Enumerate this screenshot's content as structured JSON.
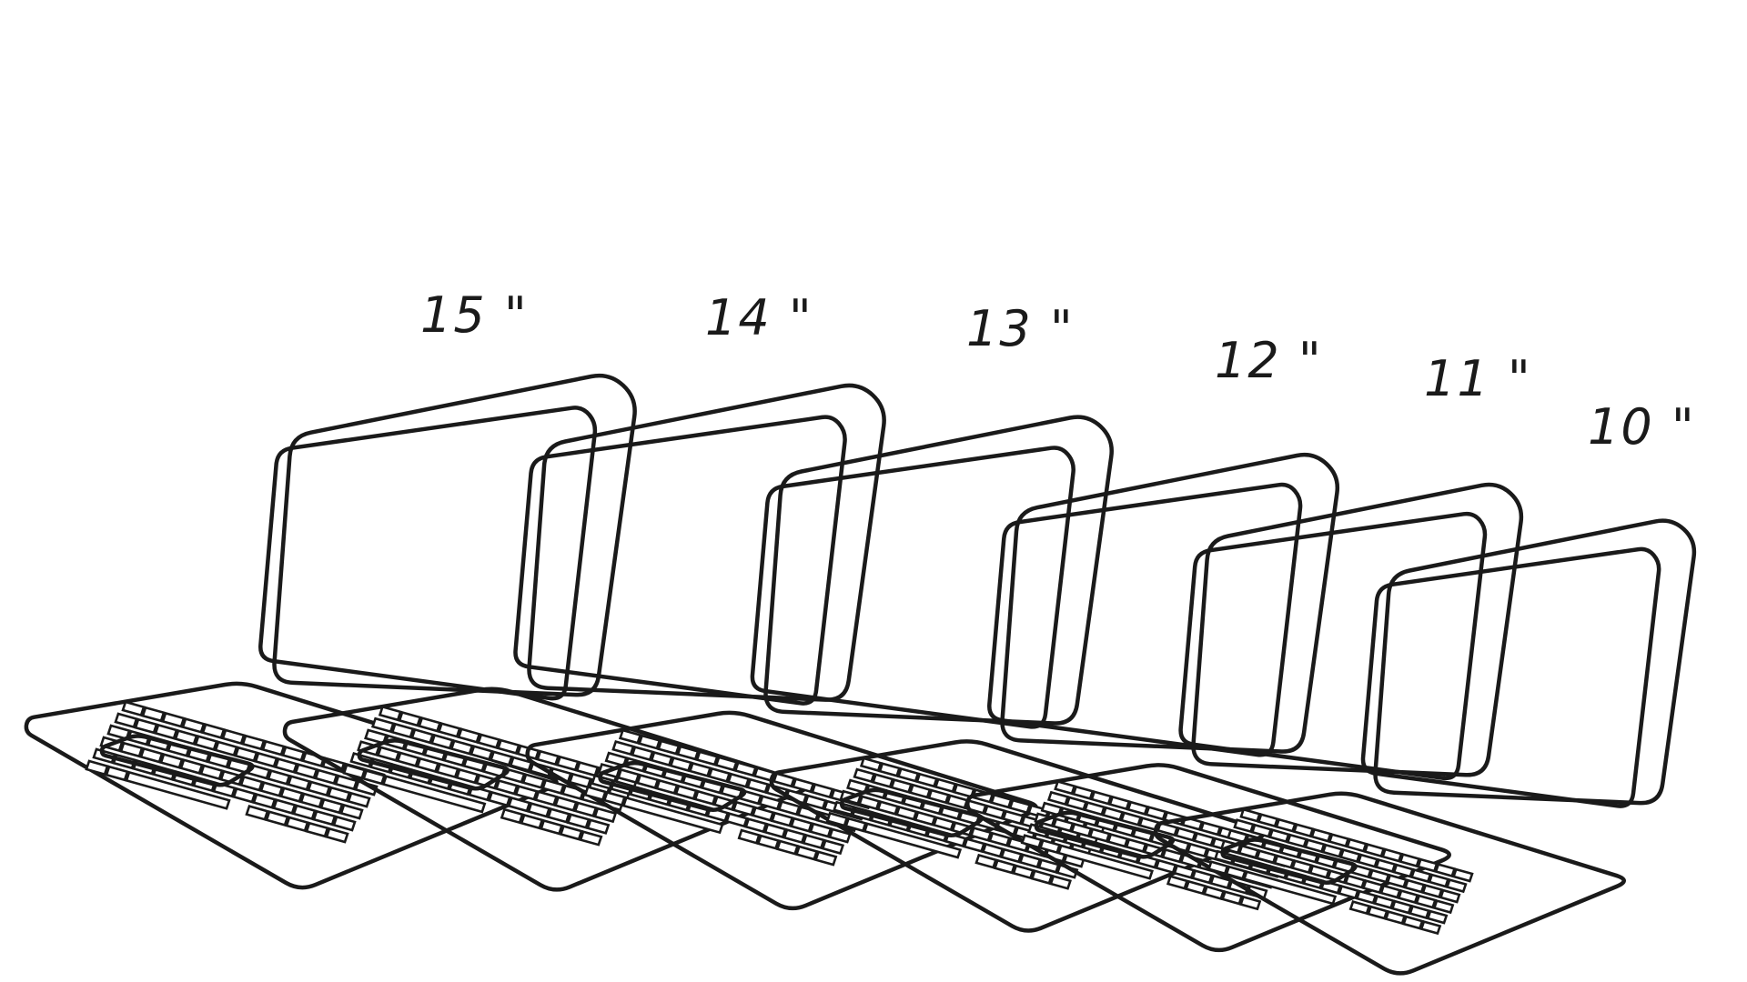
{
  "title": "",
  "colors": {
    "ink": "#1a1a1a",
    "background": "#ffffff"
  },
  "laptops": [
    {
      "label": "15 \""
    },
    {
      "label": "14 \""
    },
    {
      "label": "13 \""
    },
    {
      "label": "12 \""
    },
    {
      "label": "11 \""
    },
    {
      "label": "10 \""
    }
  ]
}
